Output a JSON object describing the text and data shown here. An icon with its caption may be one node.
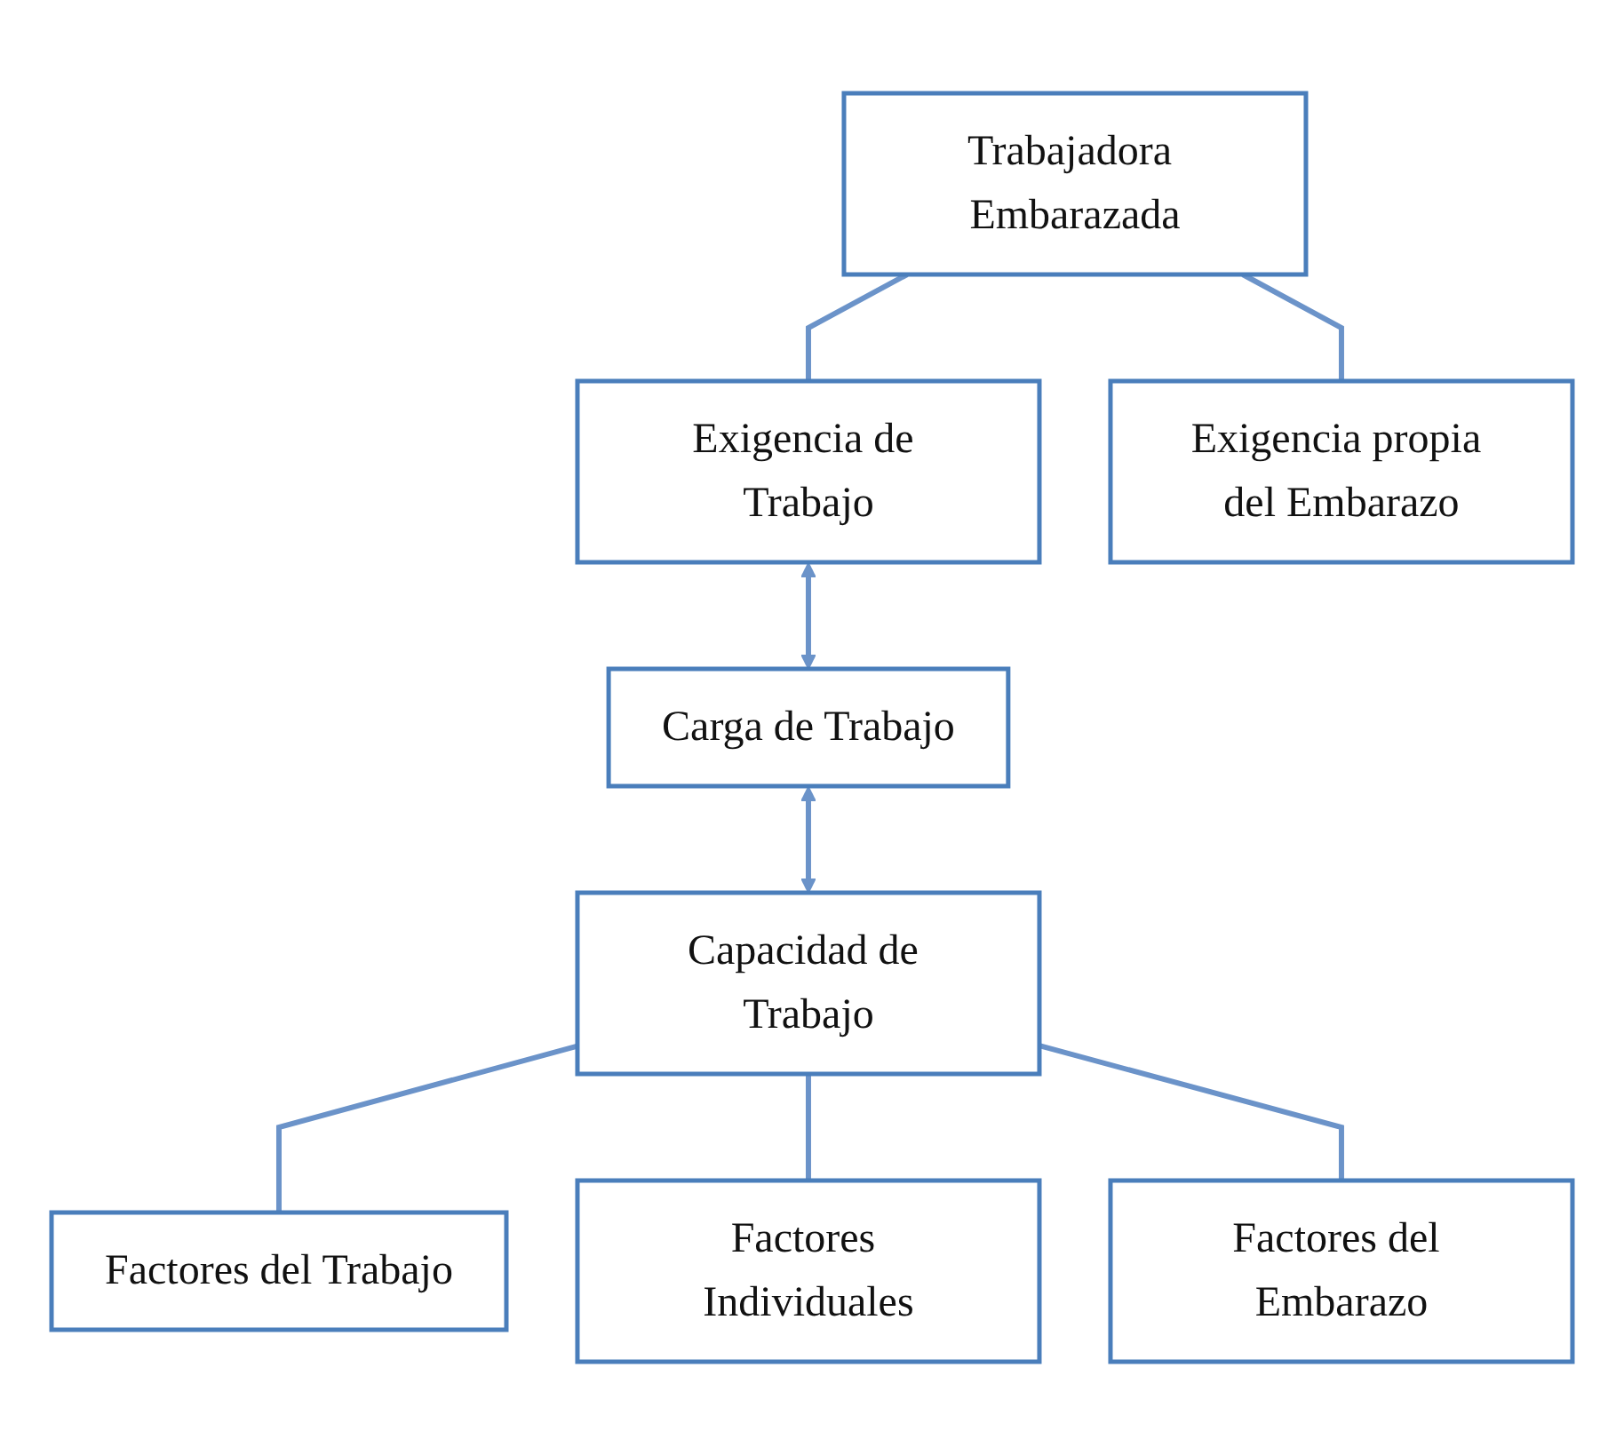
{
  "diagram": {
    "nodes": [
      {
        "text": [
          "Trabajadora Embarazada"
        ]
      },
      {
        "text": [
          "Exigencia de Trabajo"
        ]
      },
      {
        "text": [
          "Exigencia propia del Embarazo"
        ]
      },
      {
        "text": [
          "Carga de Trabajo"
        ]
      },
      {
        "text": [
          "Capacidad de Trabajo"
        ]
      },
      {
        "text": [
          "Factores del Trabajo"
        ]
      },
      {
        "text": [
          "Factores Individuales"
        ]
      },
      {
        "text": [
          "Factores del Embarazo"
        ]
      }
    ],
    "edges": [
      {
        "from": 0,
        "to": 1,
        "arrow": "none"
      },
      {
        "from": 0,
        "to": 2,
        "arrow": "none"
      },
      {
        "from": 1,
        "to": 3,
        "arrow": "both"
      },
      {
        "from": 3,
        "to": 4,
        "arrow": "both"
      },
      {
        "from": 4,
        "to": 5,
        "arrow": "none"
      },
      {
        "from": 4,
        "to": 6,
        "arrow": "none"
      },
      {
        "from": 4,
        "to": 7,
        "arrow": "none"
      }
    ]
  }
}
